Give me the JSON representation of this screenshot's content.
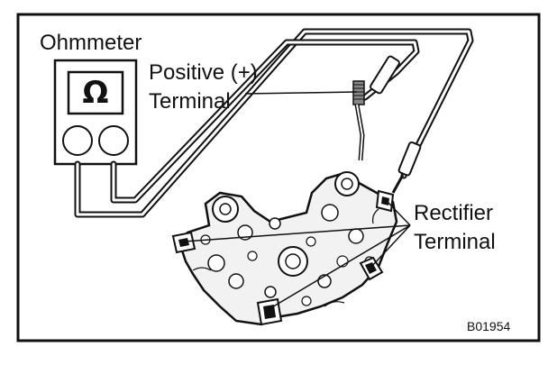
{
  "labels": {
    "ohmmeter": "Ohmmeter",
    "positive_line1": "Positive (+)",
    "positive_line2": "Terminal",
    "rectifier_line1": "Rectifier",
    "rectifier_line2": "Terminal",
    "figure_code": "B01954"
  },
  "meter": {
    "symbol": "Ω"
  },
  "colors": {
    "ink": "#111111",
    "paper": "#ffffff"
  }
}
